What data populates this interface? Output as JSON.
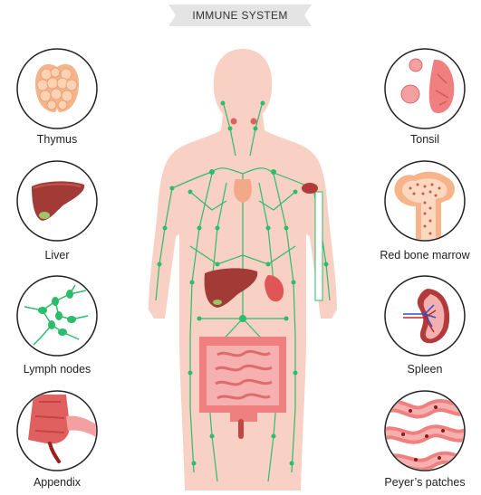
{
  "title": "IMMUNE SYSTEM",
  "colors": {
    "body": "#f9d0c4",
    "lymph": "#2bbd6a",
    "organ_red": "#b23a3a",
    "organ_pink": "#f08080"
  },
  "organs": {
    "left": [
      {
        "label": "Thymus",
        "icon": "thymus-icon"
      },
      {
        "label": "Liver",
        "icon": "liver-icon"
      },
      {
        "label": "Lymph nodes",
        "icon": "lymph-nodes-icon"
      },
      {
        "label": "Appendix",
        "icon": "appendix-icon"
      }
    ],
    "right": [
      {
        "label": "Tonsil",
        "icon": "tonsil-icon"
      },
      {
        "label": "Red bone marrow",
        "icon": "red-bone-marrow-icon"
      },
      {
        "label": "Spleen",
        "icon": "spleen-icon"
      },
      {
        "label": "Peyer’s patches",
        "icon": "peyers-patches-icon"
      }
    ]
  }
}
